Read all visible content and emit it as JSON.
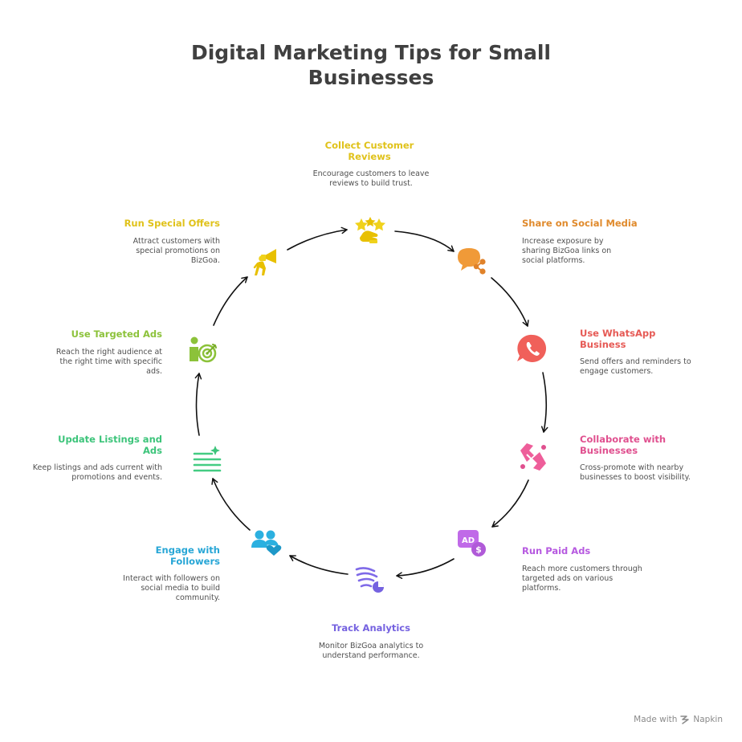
{
  "title": "Digital Marketing Tips for Small Businesses",
  "steps": [
    {
      "title": "Collect Customer Reviews",
      "desc": "Encourage customers to leave reviews to build trust.",
      "color": "#e0c21a",
      "icon": "stars-hand-icon"
    },
    {
      "title": "Share on Social Media",
      "desc": "Increase exposure by sharing BizGoa links on social platforms.",
      "color": "#e08a2c",
      "icon": "chat-share-icon"
    },
    {
      "title": "Use WhatsApp Business",
      "desc": "Send offers and reminders to engage customers.",
      "color": "#e65a55",
      "icon": "whatsapp-phone-icon"
    },
    {
      "title": "Collaborate with Businesses",
      "desc": "Cross-promote with nearby businesses to boost visibility.",
      "color": "#e0508f",
      "icon": "handshake-icon"
    },
    {
      "title": "Run Paid Ads",
      "desc": "Reach more customers through targeted ads on various platforms.",
      "color": "#b659e0",
      "icon": "ad-dollar-icon"
    },
    {
      "title": "Track Analytics",
      "desc": "Monitor BizGoa analytics to understand performance.",
      "color": "#7562e0",
      "icon": "analytics-chart-icon"
    },
    {
      "title": "Engage with Followers",
      "desc": "Interact with followers on social media to build community.",
      "color": "#27a6d6",
      "icon": "users-heart-icon"
    },
    {
      "title": "Update Listings and Ads",
      "desc": "Keep listings and ads current with promotions and events.",
      "color": "#3cc47a",
      "icon": "list-sparkle-icon"
    },
    {
      "title": "Use Targeted Ads",
      "desc": "Reach the right audience at the right time with specific ads.",
      "color": "#8cc23a",
      "icon": "person-target-icon"
    },
    {
      "title": "Run Special Offers",
      "desc": "Attract customers with special promotions on BizGoa.",
      "color": "#e0c21a",
      "icon": "megaphone-person-icon"
    }
  ],
  "footer": {
    "made_with": "Made with",
    "brand": "Napkin"
  }
}
